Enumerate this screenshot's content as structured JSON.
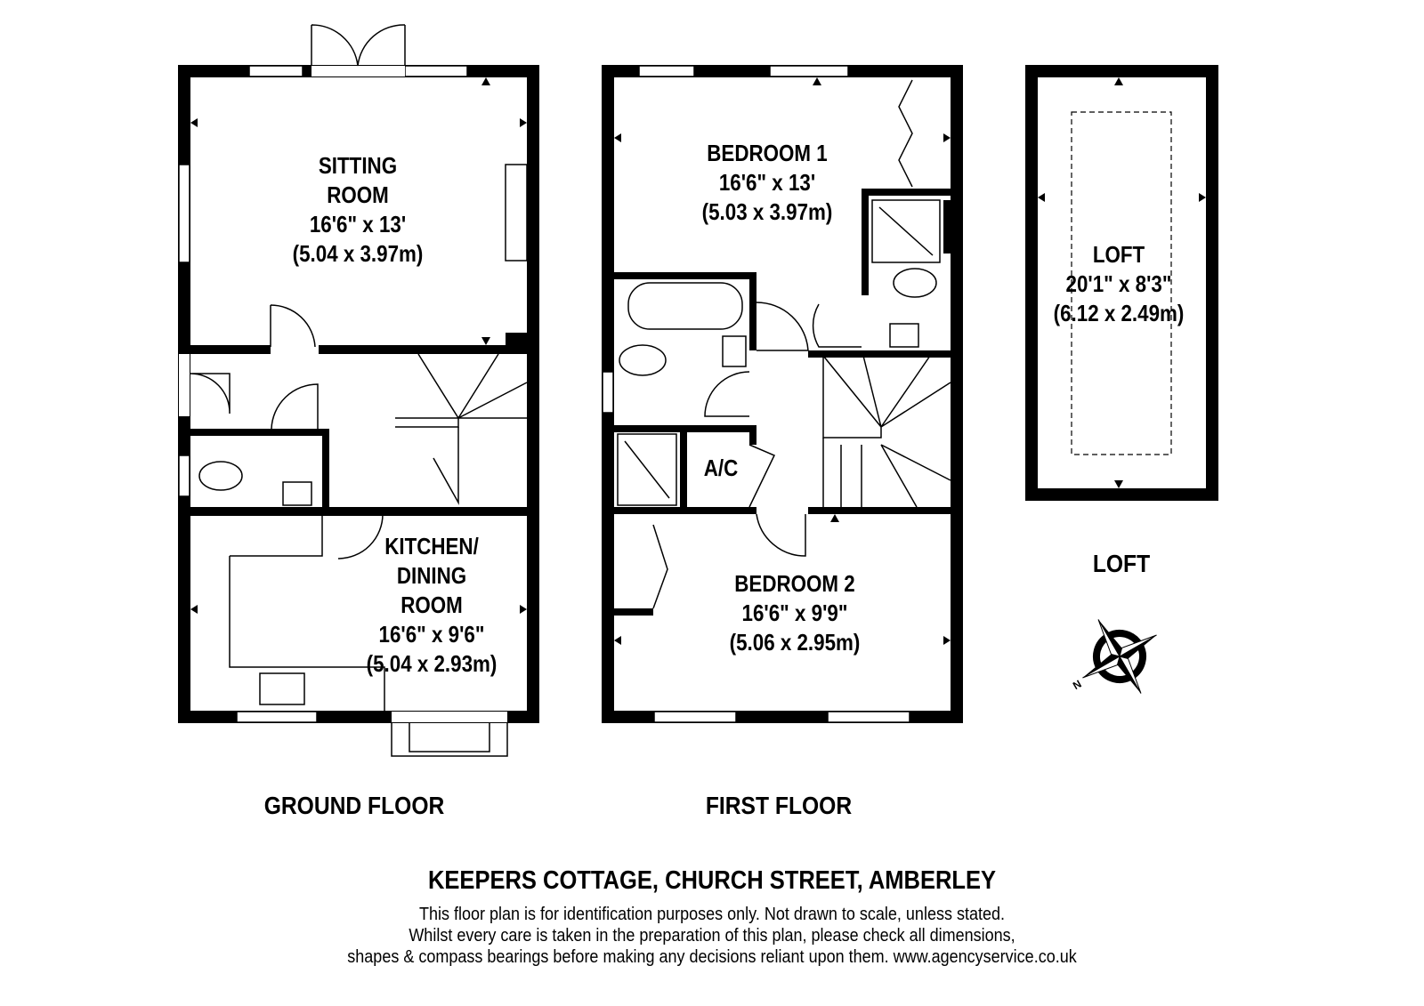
{
  "rooms": {
    "sitting": {
      "name1": "SITTING",
      "name2": "ROOM",
      "imperial": "16'6\" x 13'",
      "metric": "(5.04 x 3.97m)"
    },
    "kitchen": {
      "name1": "KITCHEN/",
      "name2": "DINING",
      "name3": "ROOM",
      "imperial": "16'6\" x 9'6\"",
      "metric": "(5.04 x 2.93m)"
    },
    "bedroom1": {
      "name": "BEDROOM 1",
      "imperial": "16'6\" x 13'",
      "metric": "(5.03 x 3.97m)"
    },
    "bedroom2": {
      "name": "BEDROOM 2",
      "imperial": "16'6\" x 9'9\"",
      "metric": "(5.06 x 2.95m)"
    },
    "airing_cupboard": {
      "name": "A/C"
    },
    "loft": {
      "name": "LOFT",
      "imperial": "20'1\" x 8'3\"",
      "metric": "(6.12 x 2.49m)"
    }
  },
  "floors": {
    "ground": "GROUND FLOOR",
    "first": "FIRST FLOOR",
    "loft": "LOFT"
  },
  "compass": {
    "letter": "N"
  },
  "footer": {
    "title": "KEEPERS COTTAGE, CHURCH STREET, AMBERLEY",
    "line1": "This floor plan is for identification purposes only. Not drawn to scale, unless stated.",
    "line2": "Whilst every care is taken in the preparation of this plan, please check all dimensions,",
    "line3": "shapes & compass bearings before making any decisions reliant upon them. www.agencyservice.co.uk"
  }
}
